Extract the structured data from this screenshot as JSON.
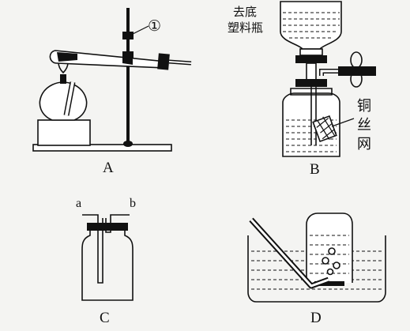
{
  "labels": {
    "A": "A",
    "B": "B",
    "C": "C",
    "D": "D",
    "a": "a",
    "b": "b",
    "circle_one": "①",
    "bottle_line1": "去底",
    "bottle_line2": "塑料瓶",
    "mesh_char1": "铜",
    "mesh_char2": "丝",
    "mesh_char3": "网"
  }
}
